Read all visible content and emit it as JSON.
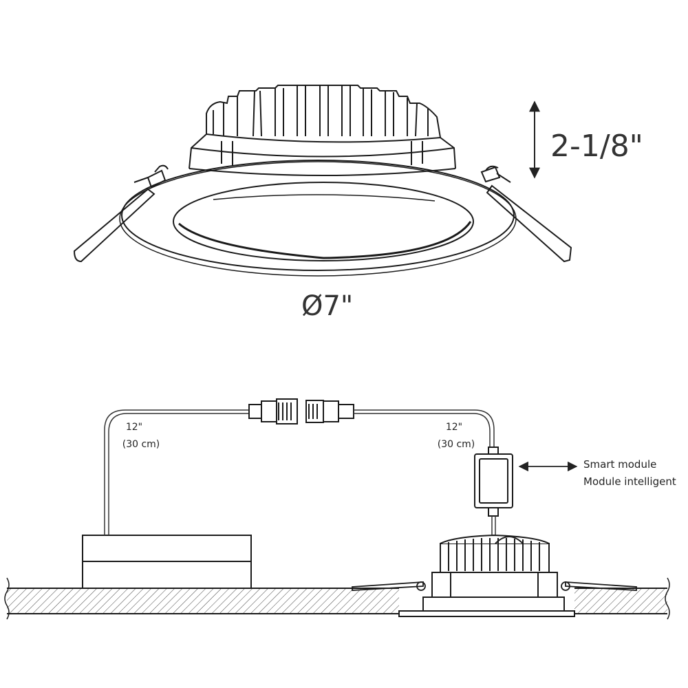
{
  "dimensions": {
    "height": "2-1/8\"",
    "diameter": "Ø7\""
  },
  "left_cable": {
    "length": "12\"",
    "length_metric": "(30 cm)"
  },
  "right_cable": {
    "length": "12\"",
    "length_metric": "(30 cm)"
  },
  "module": {
    "label_en": "Smart module",
    "label_fr": "Module intelligent"
  }
}
